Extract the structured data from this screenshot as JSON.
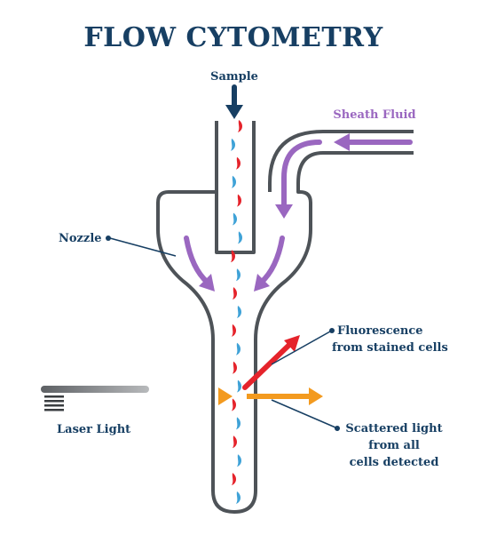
{
  "title": "FLOW CYTOMETRY",
  "labels": {
    "sample": "Sample",
    "sheath_fluid": "Sheath Fluid",
    "nozzle": "Nozzle",
    "fluorescence_line1": "Fluorescence",
    "fluorescence_line2": "from stained cells",
    "laser_light": "Laser Light",
    "scattered_line1": "Scattered light",
    "scattered_line2": "from all",
    "scattered_line3": "cells detected"
  },
  "colors": {
    "navy": "#173f63",
    "outline": "#4e5358",
    "purple": "#9a67c0",
    "orange": "#f39a1f",
    "red": "#e5232b",
    "blue": "#3fa2d7",
    "laser_gray": "#8e9194"
  },
  "cells": [
    {
      "color": "red"
    },
    {
      "color": "blue"
    },
    {
      "color": "red"
    },
    {
      "color": "blue"
    },
    {
      "color": "red"
    },
    {
      "color": "blue"
    },
    {
      "color": "blue"
    },
    {
      "color": "red"
    },
    {
      "color": "blue"
    },
    {
      "color": "red"
    },
    {
      "color": "blue"
    },
    {
      "color": "red"
    },
    {
      "color": "blue"
    },
    {
      "color": "red"
    },
    {
      "color": "blue"
    },
    {
      "color": "red"
    },
    {
      "color": "blue"
    },
    {
      "color": "red"
    },
    {
      "color": "blue"
    },
    {
      "color": "red"
    },
    {
      "color": "blue"
    }
  ]
}
